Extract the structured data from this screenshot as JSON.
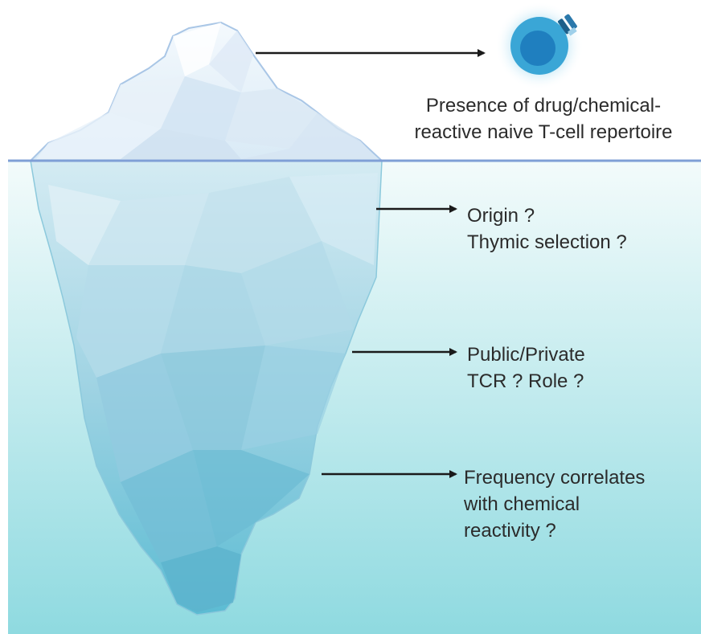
{
  "colors": {
    "sky": "#ffffff",
    "water_top": "#f2fbfb",
    "water_bottom": "#8fdae0",
    "waterline": "#7f9fd6",
    "ice_light": "#eef5fb",
    "ice_mid": "#b9dcec",
    "ice_deep": "#4fb3cc",
    "arrow": "#1a1a1a",
    "cell_outer": "#3aa6d6",
    "cell_nucleus": "#1f7fbf",
    "receptor": "#1c5f8a"
  },
  "icons": {
    "tcell": "t-cell-icon",
    "iceberg": "iceberg-illustration"
  },
  "annotations": {
    "surface": {
      "line1": "Presence of drug/chemical-",
      "line2": "reactive naive T-cell repertoire"
    },
    "origin": {
      "line1": "Origin ?",
      "line2": "Thymic selection ?"
    },
    "public_private": {
      "line1": "Public/Private",
      "line2": "TCR ? Role ?"
    },
    "frequency": {
      "line1": "Frequency correlates",
      "line2": "with chemical",
      "line3": "reactivity ?"
    }
  }
}
